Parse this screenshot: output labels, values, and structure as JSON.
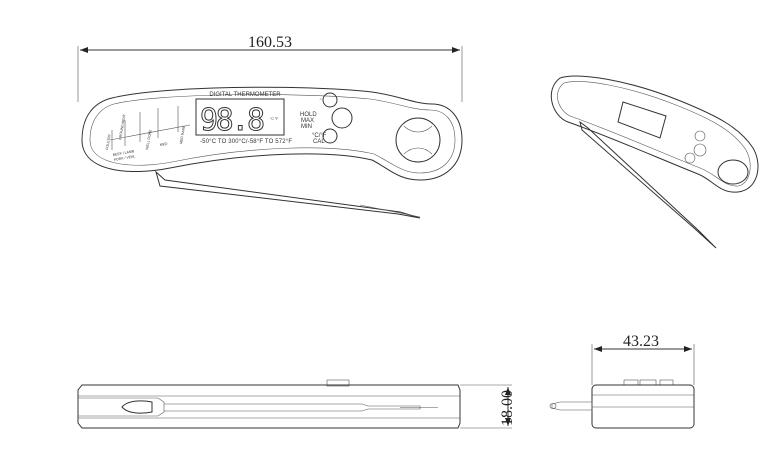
{
  "dimensions": {
    "length": "160.53",
    "thickness": "18.00",
    "width": "43.23"
  },
  "front_view": {
    "display_title": "DIGITAL THERMOMETER",
    "display_reading": "98.8",
    "range_text": "-50°C TO 300°C/-58°F TO 572°F",
    "unit_symbols": "°C °F",
    "buttons": [
      {
        "icon": "light-bulb-icon",
        "label": ""
      },
      {
        "icon": "",
        "label_lines": [
          "HOLD",
          "MAX",
          "MIN"
        ]
      },
      {
        "icon": "",
        "label_lines": [
          "°C/°F",
          "CAL"
        ]
      }
    ],
    "food_labels": [
      "POULTRY",
      "GROUND MEAT",
      "BEEF / LAMB",
      "PORK / VEAL",
      "WELL DONE",
      "MED",
      "MED RARE"
    ]
  },
  "colors": {
    "line": "#333333",
    "background": "#ffffff"
  }
}
